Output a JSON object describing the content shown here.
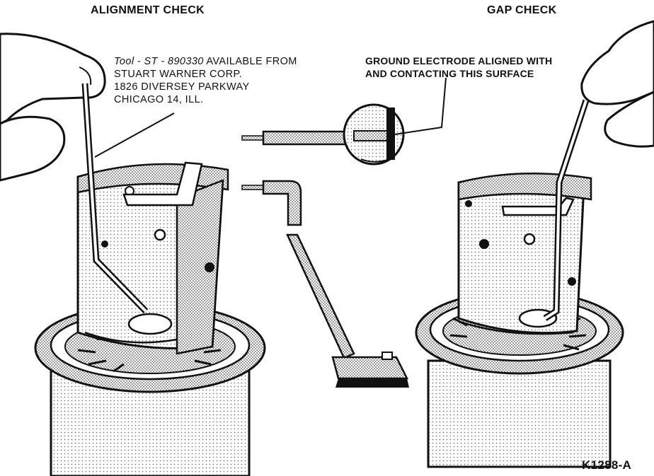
{
  "headings": {
    "left": "ALIGNMENT CHECK",
    "right": "GAP CHECK"
  },
  "tool_note": {
    "tool_prefix": "Tool - ST - 890330",
    "line1_rest": "AVAILABLE FROM",
    "line2": "STUART WARNER CORP.",
    "line3": "1826 DIVERSEY PARKWAY",
    "line4": "CHICAGO 14, ILL."
  },
  "electrode_note": {
    "line1": "GROUND ELECTRODE ALIGNED WITH",
    "line2": "AND CONTACTING THIS SURFACE"
  },
  "figure_id": "K1288-A",
  "colors": {
    "ink": "#111111",
    "shade": "#9a9a9a",
    "light_shade": "#c8c8c8",
    "paper": "#ffffff"
  }
}
